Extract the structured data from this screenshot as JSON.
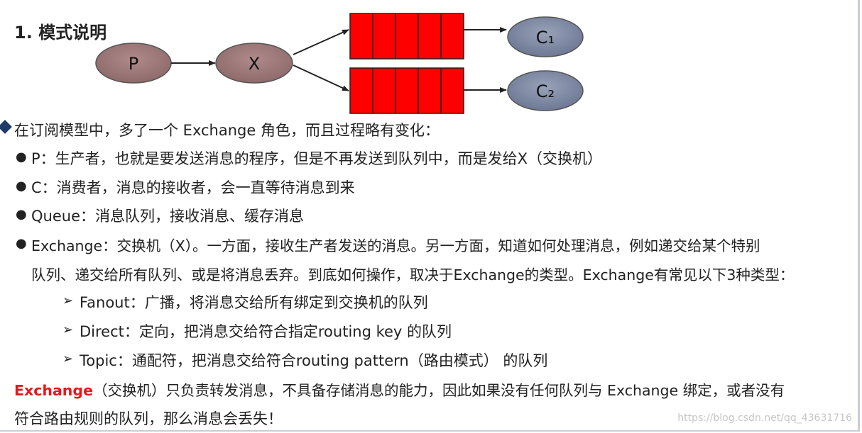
{
  "title": "1. 模式说明",
  "diagram": {
    "producer": "P",
    "exchange": "X",
    "consumer1": "C₁",
    "consumer2": "C₂",
    "queue_color": "#ff0000",
    "node_color": "#9a7070",
    "consumer_color": "#7a86a0"
  },
  "intro": "在订阅模型中，多了一个 Exchange 角色，而且过程略有变化：",
  "bullets": {
    "p": "P：生产者，也就是要发送消息的程序，但是不再发送到队列中，而是发给X（交换机）",
    "c": "C：消费者，消息的接收者，会一直等待消息到来",
    "queue": "Queue：消息队列，接收消息、缓存消息",
    "exchange_line1": "Exchange：交换机（X）。一方面，接收生产者发送的消息。另一方面，知道如何处理消息，例如递交给某个特别",
    "exchange_line2": "队列、递交给所有队列、或是将消息丢弃。到底如何操作，取决于Exchange的类型。Exchange有常见以下3种类型："
  },
  "types": {
    "fanout": "Fanout：广播，将消息交给所有绑定到交换机的队列",
    "direct": "Direct：定向，把消息交给符合指定routing key 的队列",
    "topic": "Topic：通配符，把消息交给符合routing pattern（路由模式） 的队列"
  },
  "note": {
    "highlight": "Exchange",
    "line1_rest": "（交换机）只负责转发消息，不具备存储消息的能力，因此如果没有任何队列与 Exchange 绑定，或者没有",
    "line2": "符合路由规则的队列，那么消息会丢失！"
  },
  "watermark": "https://blog.csdn.net/qq_43631716"
}
